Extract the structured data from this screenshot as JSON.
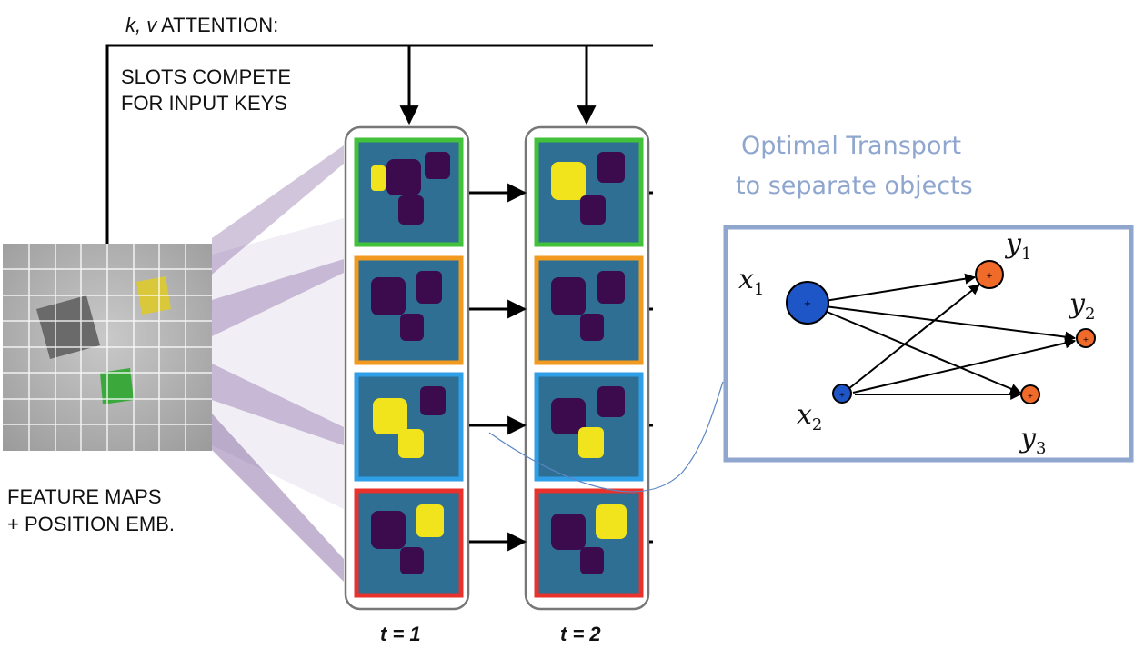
{
  "attention_title": {
    "kv": "k, v",
    "rest": " ATTENTION:"
  },
  "slots_note": [
    "SLOTS COMPETE",
    "FOR INPUT KEYS"
  ],
  "feature_label": [
    "FEATURE MAPS",
    "+ POSITION EMB."
  ],
  "time_labels": [
    "t = 1",
    "t = 2"
  ],
  "ot_title": [
    "Optimal Transport",
    "to separate objects"
  ],
  "nodes": {
    "x1": {
      "base": "x",
      "sub": "1"
    },
    "x2": {
      "base": "x",
      "sub": "2"
    },
    "y1": {
      "base": "y",
      "sub": "1"
    },
    "y2": {
      "base": "y",
      "sub": "2"
    },
    "y3": {
      "base": "y",
      "sub": "3"
    }
  },
  "colors": {
    "slot_frames": [
      "#41c23a",
      "#f29a1f",
      "#2f9fe8",
      "#e8322b"
    ],
    "x_node": "#1e56c8",
    "y_node": "#f06a2a",
    "ot_frame": "#8fa6cf",
    "mask_bg": "#2e6f93",
    "mask_obj": "#3b0b4e",
    "mask_hi": "#f1e31c",
    "fan": "#7a5a9a"
  }
}
